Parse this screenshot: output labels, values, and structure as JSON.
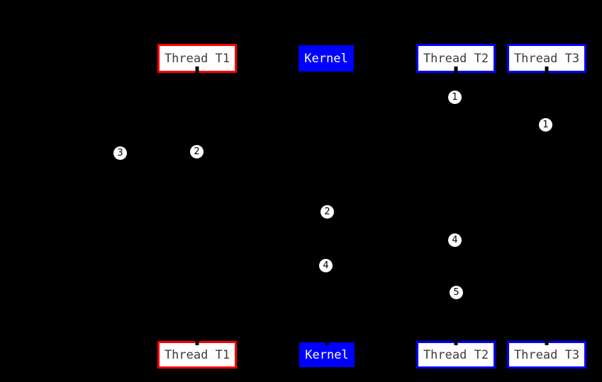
{
  "colors": {
    "background": "#000000",
    "thread_t1_border": "#ff0000",
    "thread_t2_border": "#0000ff",
    "thread_t3_border": "#0000ff",
    "kernel_fill": "#0000ff",
    "box_fill": "#ffffff",
    "box_text": "#3c3c3c",
    "kernel_text": "#ffffff",
    "marker_fill": "#ffffff",
    "marker_text": "#000000"
  },
  "participants": {
    "t1": {
      "label": "Thread T1",
      "border_color": "#ff0000"
    },
    "kernel": {
      "label": "Kernel",
      "fill_color": "#0000ff"
    },
    "t2": {
      "label": "Thread T2",
      "border_color": "#0000ff"
    },
    "t3": {
      "label": "Thread T3",
      "border_color": "#0000ff"
    }
  },
  "markers": [
    {
      "label": "3"
    },
    {
      "label": "2"
    },
    {
      "label": "1"
    },
    {
      "label": "1"
    },
    {
      "label": "2"
    },
    {
      "label": "4"
    },
    {
      "label": "4"
    },
    {
      "label": "5"
    }
  ]
}
